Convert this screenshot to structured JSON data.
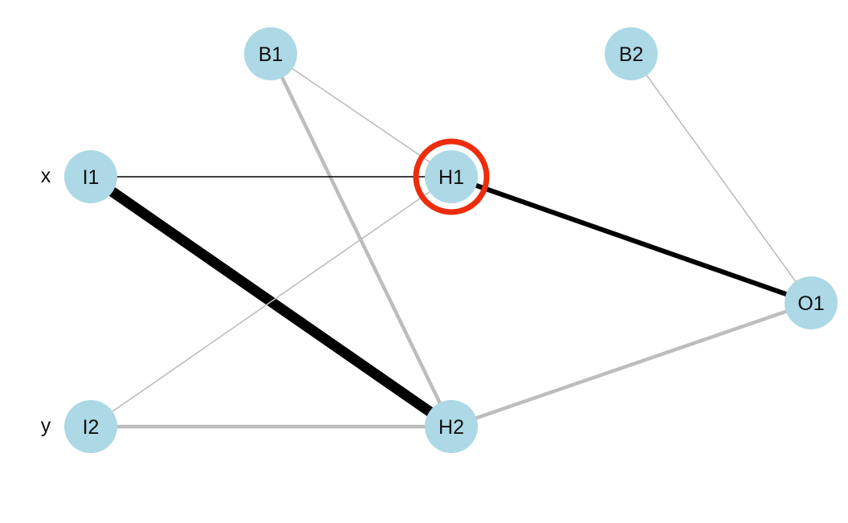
{
  "colors": {
    "node_fill": "#add8e6",
    "positive_weight": "#000000",
    "negative_weight": "#bdbdbd",
    "highlight_ring": "#ee2c0c",
    "label_text": "#111111"
  },
  "nodes": [
    {
      "id": "I1",
      "label": "I1",
      "layer": "input"
    },
    {
      "id": "I2",
      "label": "I2",
      "layer": "input"
    },
    {
      "id": "B1",
      "label": "B1",
      "layer": "bias"
    },
    {
      "id": "H1",
      "label": "H1",
      "layer": "hidden"
    },
    {
      "id": "H2",
      "label": "H2",
      "layer": "hidden"
    },
    {
      "id": "B2",
      "label": "B2",
      "layer": "bias"
    },
    {
      "id": "O1",
      "label": "O1",
      "layer": "output"
    }
  ],
  "input_labels": [
    {
      "node": "I1",
      "text": "x"
    },
    {
      "node": "I2",
      "text": "y"
    }
  ],
  "edges": [
    {
      "from": "B1",
      "to": "H1",
      "sign": "negative",
      "strength": "weak"
    },
    {
      "from": "B1",
      "to": "H2",
      "sign": "negative",
      "strength": "medium"
    },
    {
      "from": "I1",
      "to": "H1",
      "sign": "positive",
      "strength": "weak"
    },
    {
      "from": "I1",
      "to": "H2",
      "sign": "positive",
      "strength": "very strong"
    },
    {
      "from": "I2",
      "to": "H1",
      "sign": "negative",
      "strength": "weak"
    },
    {
      "from": "I2",
      "to": "H2",
      "sign": "negative",
      "strength": "medium"
    },
    {
      "from": "H1",
      "to": "O1",
      "sign": "positive",
      "strength": "strong"
    },
    {
      "from": "H2",
      "to": "O1",
      "sign": "negative",
      "strength": "medium"
    },
    {
      "from": "B2",
      "to": "O1",
      "sign": "negative",
      "strength": "weak"
    }
  ],
  "highlighted_node": "H1"
}
